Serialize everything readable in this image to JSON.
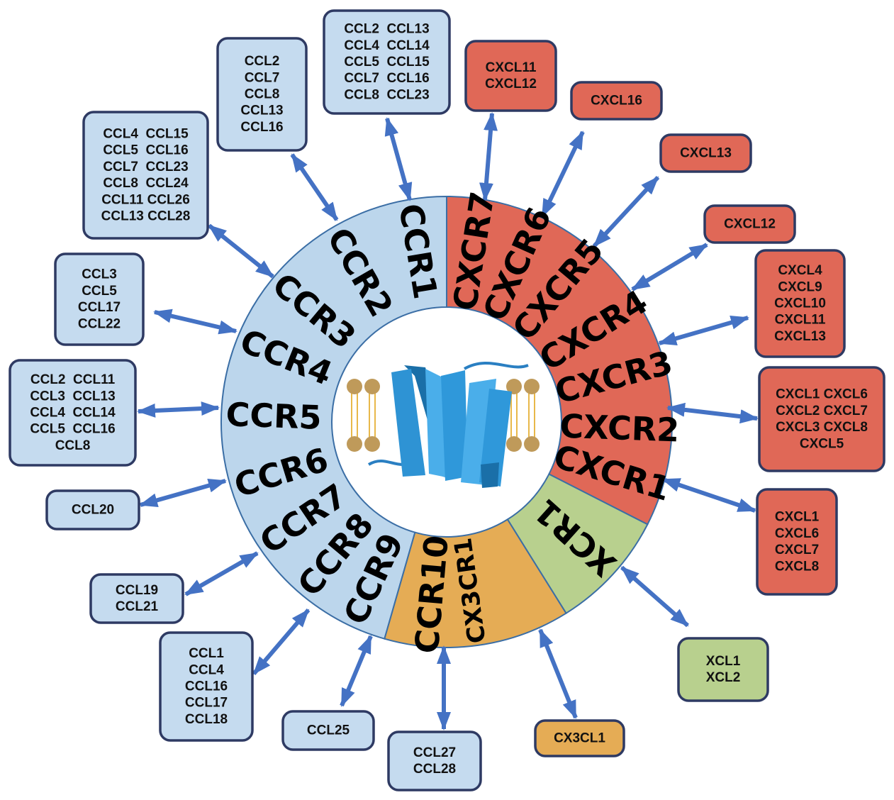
{
  "colors": {
    "cc_fill": "#bcd6ec",
    "cc_box": "#c5dbef",
    "cxc_fill": "#e06857",
    "x_fill": "#b8d08e",
    "cx3c_fill": "#e5ac55",
    "box_border": "#2e3a63",
    "arrow": "#4472c4"
  },
  "receptors": [
    {
      "name": "CCR1",
      "family": "cc"
    },
    {
      "name": "CCR2",
      "family": "cc"
    },
    {
      "name": "CCR3",
      "family": "cc"
    },
    {
      "name": "CCR4",
      "family": "cc"
    },
    {
      "name": "CCR5",
      "family": "cc"
    },
    {
      "name": "CCR6",
      "family": "cc"
    },
    {
      "name": "CCR7",
      "family": "cc"
    },
    {
      "name": "CCR8",
      "family": "cc"
    },
    {
      "name": "CCR9",
      "family": "cc"
    },
    {
      "name": "CCR10",
      "family": "cc"
    },
    {
      "name": "CX3CR1",
      "family": "cx3c"
    },
    {
      "name": "XCR1",
      "family": "x"
    },
    {
      "name": "CXCR1",
      "family": "cxc"
    },
    {
      "name": "CXCR2",
      "family": "cxc"
    },
    {
      "name": "CXCR3",
      "family": "cxc"
    },
    {
      "name": "CXCR4",
      "family": "cxc"
    },
    {
      "name": "CXCR5",
      "family": "cxc"
    },
    {
      "name": "CXCR6",
      "family": "cxc"
    },
    {
      "name": "CXCR7",
      "family": "cxc"
    }
  ],
  "ligand_boxes": [
    {
      "receptor": "CCR1",
      "family": "cc",
      "lines": [
        "CCL2  CCL13",
        "CCL4  CCL14",
        "CCL5  CCL15",
        "CCL7  CCL16",
        "CCL8  CCL23"
      ]
    },
    {
      "receptor": "CCR2",
      "family": "cc",
      "lines": [
        "CCL2",
        "CCL7",
        "CCL8",
        "CCL13",
        "CCL16"
      ]
    },
    {
      "receptor": "CCR3",
      "family": "cc",
      "lines": [
        "CCL4  CCL15",
        "CCL5  CCL16",
        "CCL7  CCL23",
        "CCL8  CCL24",
        "CCL11 CCL26",
        "CCL13 CCL28"
      ]
    },
    {
      "receptor": "CCR4",
      "family": "cc",
      "lines": [
        "CCL3",
        "CCL5",
        "CCL17",
        "CCL22"
      ]
    },
    {
      "receptor": "CCR5",
      "family": "cc",
      "lines": [
        "CCL2  CCL11",
        "CCL3  CCL13",
        "CCL4  CCL14",
        "CCL5  CCL16",
        "CCL8"
      ]
    },
    {
      "receptor": "CCR6",
      "family": "cc",
      "lines": [
        "CCL20"
      ]
    },
    {
      "receptor": "CCR7",
      "family": "cc",
      "lines": [
        "CCL19",
        "CCL21"
      ]
    },
    {
      "receptor": "CCR8",
      "family": "cc",
      "lines": [
        "CCL1",
        "CCL4",
        "CCL16",
        "CCL17",
        "CCL18"
      ]
    },
    {
      "receptor": "CCR9",
      "family": "cc",
      "lines": [
        "CCL25"
      ]
    },
    {
      "receptor": "CCR10",
      "family": "cc",
      "lines": [
        "CCL27",
        "CCL28"
      ]
    },
    {
      "receptor": "CX3CR1",
      "family": "cx3c",
      "lines": [
        "CX3CL1"
      ]
    },
    {
      "receptor": "XCR1",
      "family": "x",
      "lines": [
        "XCL1",
        "XCL2"
      ]
    },
    {
      "receptor": "CXCR1",
      "family": "cxc",
      "lines": [
        "CXCL1",
        "CXCL6",
        "CXCL7",
        "CXCL8"
      ]
    },
    {
      "receptor": "CXCR2",
      "family": "cxc",
      "lines": [
        "CXCL1 CXCL6",
        "CXCL2 CXCL7",
        "CXCL3 CXCL8",
        "CXCL5"
      ]
    },
    {
      "receptor": "CXCR3",
      "family": "cxc",
      "lines": [
        "CXCL4",
        "CXCL9",
        "CXCL10",
        "CXCL11",
        "CXCL13"
      ]
    },
    {
      "receptor": "CXCR4",
      "family": "cxc",
      "lines": [
        "CXCL12"
      ]
    },
    {
      "receptor": "CXCR5",
      "family": "cxc",
      "lines": [
        "CXCL13"
      ]
    },
    {
      "receptor": "CXCR6",
      "family": "cxc",
      "lines": [
        "CXCL16"
      ]
    },
    {
      "receptor": "CXCR7",
      "family": "cxc",
      "lines": [
        "CXCL11",
        "CXCL12"
      ]
    }
  ],
  "center_image": {
    "icon": "gpcr-membrane-icon"
  }
}
